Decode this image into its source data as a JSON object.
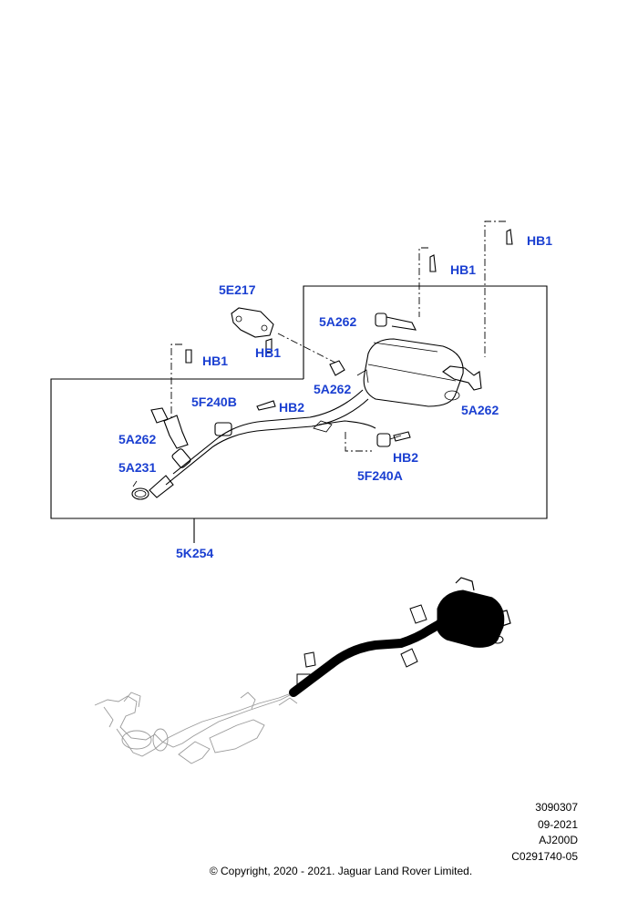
{
  "callouts": {
    "hb1_top_right": "HB1",
    "hb1_upper": "HB1",
    "c5e217": "5E217",
    "hb1_bracket": "HB1",
    "c5a262_clamp_top": "5A262",
    "hb1_left": "HB1",
    "c5a262_mid": "5A262",
    "c5a262_right": "5A262",
    "c5f240b": "5F240B",
    "hb2_left": "HB2",
    "c5a262_left": "5A262",
    "c5a231": "5A231",
    "hb2_right": "HB2",
    "c5f240a": "5F240A",
    "c5k254": "5K254"
  },
  "meta": {
    "ref_number": "3090307",
    "date": "09-2021",
    "model_code": "AJ200D",
    "image_code": "C0291740-05"
  },
  "copyright": "© Copyright, 2020 - 2021. Jaguar Land Rover Limited.",
  "colors": {
    "callout": "#1a3fd1",
    "line": "#000000",
    "context": "#9a9a9a"
  }
}
